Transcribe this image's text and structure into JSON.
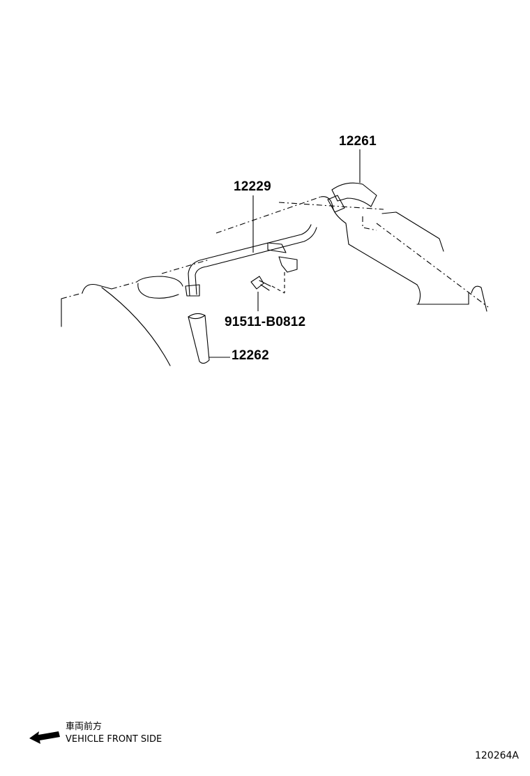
{
  "parts": [
    {
      "id": "12261"
    },
    {
      "id": "12229"
    },
    {
      "id": "91511-B0812"
    },
    {
      "id": "12262"
    }
  ],
  "front_indicator": {
    "label_jp": "車両前方",
    "label_en": "VEHICLE FRONT SIDE",
    "icon": "arrow-left-icon"
  },
  "diagram_code": "120264A"
}
